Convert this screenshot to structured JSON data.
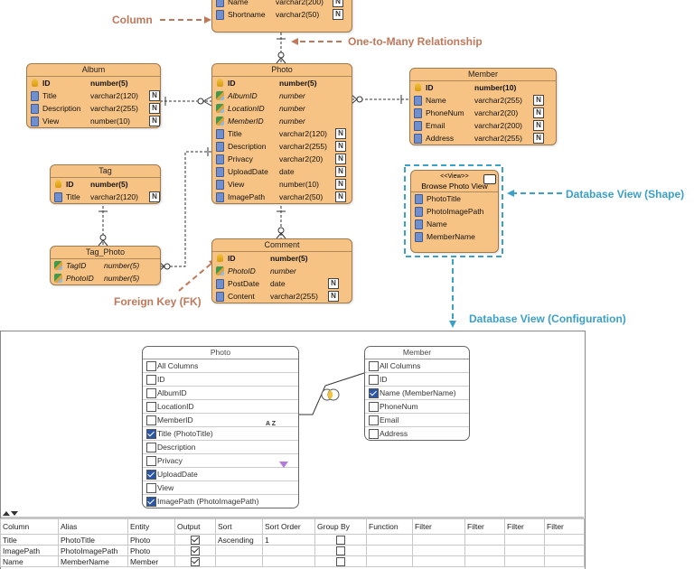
{
  "annotations": {
    "column": "Column",
    "one_to_many": "One-to-Many Relationship",
    "db_view_shape": "Database View (Shape)",
    "foreign_key": "Foreign Key (FK)",
    "db_view_config": "Database View (Configuration)"
  },
  "entities": {
    "partial_top": {
      "columns": [
        {
          "name": "Name",
          "type": "varchar2(200)",
          "nullable": true,
          "kind": "col"
        },
        {
          "name": "Shortname",
          "type": "varchar2(50)",
          "nullable": true,
          "kind": "col"
        }
      ]
    },
    "album": {
      "title": "Album",
      "columns": [
        {
          "name": "ID",
          "type": "number(5)",
          "nullable": false,
          "kind": "pk"
        },
        {
          "name": "Title",
          "type": "varchar2(120)",
          "nullable": true,
          "kind": "col"
        },
        {
          "name": "Description",
          "type": "varchar2(255)",
          "nullable": true,
          "kind": "col"
        },
        {
          "name": "View",
          "type": "number(10)",
          "nullable": true,
          "kind": "col"
        }
      ]
    },
    "photo": {
      "title": "Photo",
      "columns": [
        {
          "name": "ID",
          "type": "number(5)",
          "nullable": false,
          "kind": "pk"
        },
        {
          "name": "AlbumID",
          "type": "number",
          "nullable": false,
          "kind": "fk"
        },
        {
          "name": "LocationID",
          "type": "number",
          "nullable": false,
          "kind": "fk"
        },
        {
          "name": "MemberID",
          "type": "number",
          "nullable": false,
          "kind": "fk"
        },
        {
          "name": "Title",
          "type": "varchar2(120)",
          "nullable": true,
          "kind": "col"
        },
        {
          "name": "Description",
          "type": "varchar2(255)",
          "nullable": true,
          "kind": "col"
        },
        {
          "name": "Privacy",
          "type": "varchar2(20)",
          "nullable": true,
          "kind": "col"
        },
        {
          "name": "UploadDate",
          "type": "date",
          "nullable": true,
          "kind": "col"
        },
        {
          "name": "View",
          "type": "number(10)",
          "nullable": true,
          "kind": "col"
        },
        {
          "name": "ImagePath",
          "type": "varchar2(50)",
          "nullable": true,
          "kind": "col"
        }
      ]
    },
    "member": {
      "title": "Member",
      "columns": [
        {
          "name": "ID",
          "type": "number(10)",
          "nullable": false,
          "kind": "pk"
        },
        {
          "name": "Name",
          "type": "varchar2(255)",
          "nullable": true,
          "kind": "col"
        },
        {
          "name": "PhoneNum",
          "type": "varchar2(20)",
          "nullable": true,
          "kind": "col"
        },
        {
          "name": "Email",
          "type": "varchar2(200)",
          "nullable": true,
          "kind": "col"
        },
        {
          "name": "Address",
          "type": "varchar2(255)",
          "nullable": true,
          "kind": "col"
        }
      ]
    },
    "tag": {
      "title": "Tag",
      "columns": [
        {
          "name": "ID",
          "type": "number(5)",
          "nullable": false,
          "kind": "pk"
        },
        {
          "name": "Title",
          "type": "varchar2(120)",
          "nullable": true,
          "kind": "col"
        }
      ]
    },
    "tag_photo": {
      "title": "Tag_Photo",
      "columns": [
        {
          "name": "TagID",
          "type": "number(5)",
          "nullable": false,
          "kind": "fk"
        },
        {
          "name": "PhotoID",
          "type": "number(5)",
          "nullable": false,
          "kind": "fk"
        }
      ]
    },
    "comment": {
      "title": "Comment",
      "columns": [
        {
          "name": "ID",
          "type": "number(5)",
          "nullable": false,
          "kind": "pk"
        },
        {
          "name": "PhotoID",
          "type": "number",
          "nullable": false,
          "kind": "fk"
        },
        {
          "name": "PostDate",
          "type": "date",
          "nullable": true,
          "kind": "col"
        },
        {
          "name": "Content",
          "type": "varchar2(255)",
          "nullable": true,
          "kind": "col"
        }
      ]
    }
  },
  "nullable_mark": "N",
  "view_shape": {
    "stereotype": "<<View>>",
    "title": "Browse Photo View",
    "columns": [
      "PhotoTitle",
      "PhotoImagePath",
      "Name",
      "MemberName"
    ]
  },
  "config": {
    "photo_box": {
      "title": "Photo",
      "rows": [
        {
          "label": "All Columns",
          "checked": false
        },
        {
          "label": "ID",
          "checked": false
        },
        {
          "label": "AlbumID",
          "checked": false
        },
        {
          "label": "LocationID",
          "checked": false
        },
        {
          "label": "MemberID",
          "checked": false
        },
        {
          "label": "Title (PhotoTitle)",
          "checked": true
        },
        {
          "label": "Description",
          "checked": false
        },
        {
          "label": "Privacy",
          "checked": false
        },
        {
          "label": "UploadDate",
          "checked": true
        },
        {
          "label": "View",
          "checked": false
        },
        {
          "label": "ImagePath (PhotoImagePath)",
          "checked": true
        }
      ]
    },
    "member_box": {
      "title": "Member",
      "rows": [
        {
          "label": "All Columns",
          "checked": false
        },
        {
          "label": "ID",
          "checked": false
        },
        {
          "label": "Name (MemberName)",
          "checked": true
        },
        {
          "label": "PhoneNum",
          "checked": false
        },
        {
          "label": "Email",
          "checked": false
        },
        {
          "label": "Address",
          "checked": false
        }
      ]
    },
    "sort_icon_text": "A Z",
    "table": {
      "headers": [
        "Column",
        "Alias",
        "Entity",
        "Output",
        "Sort",
        "Sort Order",
        "Group By",
        "Function",
        "Filter",
        "Filter",
        "Filter",
        "Filter"
      ],
      "rows": [
        {
          "column": "Title",
          "alias": "PhotoTitle",
          "entity": "Photo",
          "output": true,
          "sort": "Ascending",
          "sort_order": "1",
          "group_by": false
        },
        {
          "column": "ImagePath",
          "alias": "PhotoImagePath",
          "entity": "Photo",
          "output": true,
          "sort": "",
          "sort_order": "",
          "group_by": false
        },
        {
          "column": "Name",
          "alias": "MemberName",
          "entity": "Member",
          "output": true,
          "sort": "",
          "sort_order": "",
          "group_by": false
        }
      ]
    }
  },
  "colors": {
    "entity_fill": "#f7c385",
    "annotation_brown": "#c0785a",
    "annotation_blue": "#3aa0c8",
    "check_blue": "#2a56a6"
  }
}
